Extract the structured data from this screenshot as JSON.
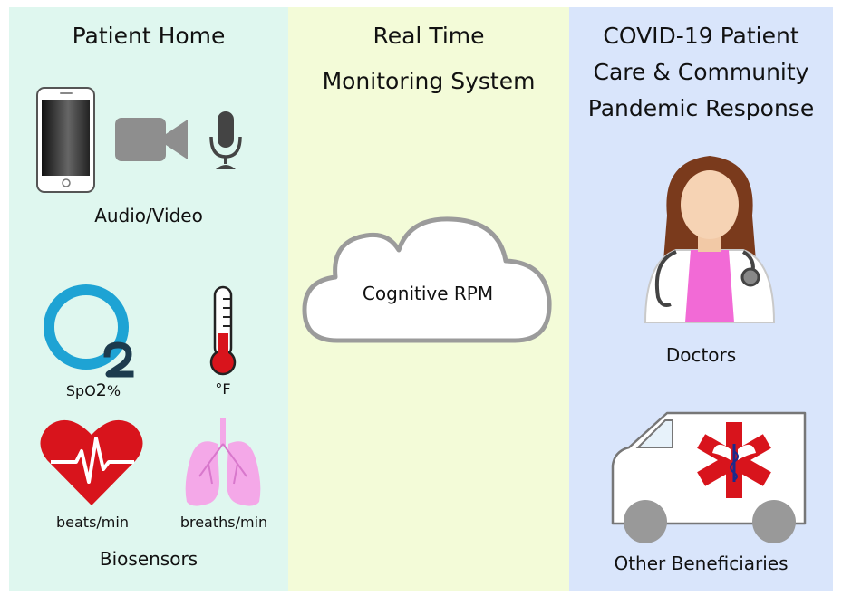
{
  "left_panel": {
    "title": "Patient Home",
    "audio_video_label": "Audio/Video",
    "spo2": {
      "o_glyph": "O",
      "sub_glyph": "2",
      "caption_prefix": "SpO",
      "caption_sub": "2",
      "caption_suffix": "%"
    },
    "temp_label": "°F",
    "heart_label": "beats/min",
    "lungs_label": "breaths/min",
    "biosensors_label": "Biosensors"
  },
  "middle_panel": {
    "title_line1": "Real Time",
    "title_line2": "Monitoring System",
    "cloud_label": "Cognitive RPM"
  },
  "right_panel": {
    "title_line1": "COVID-19 Patient",
    "title_line2": "Care & Community",
    "title_line3": "Pandemic Response",
    "doctors_label": "Doctors",
    "beneficiaries_label": "Other Beneficiaries"
  },
  "colors": {
    "left_bg": "#dff7ef",
    "middle_bg": "#f3fbd8",
    "right_bg": "#d9e5fb",
    "heart_red": "#d8141c",
    "spo2_cyan": "#1ea3d4",
    "lungs_pink": "#f4a8e8",
    "cross_red": "#d8141c"
  }
}
